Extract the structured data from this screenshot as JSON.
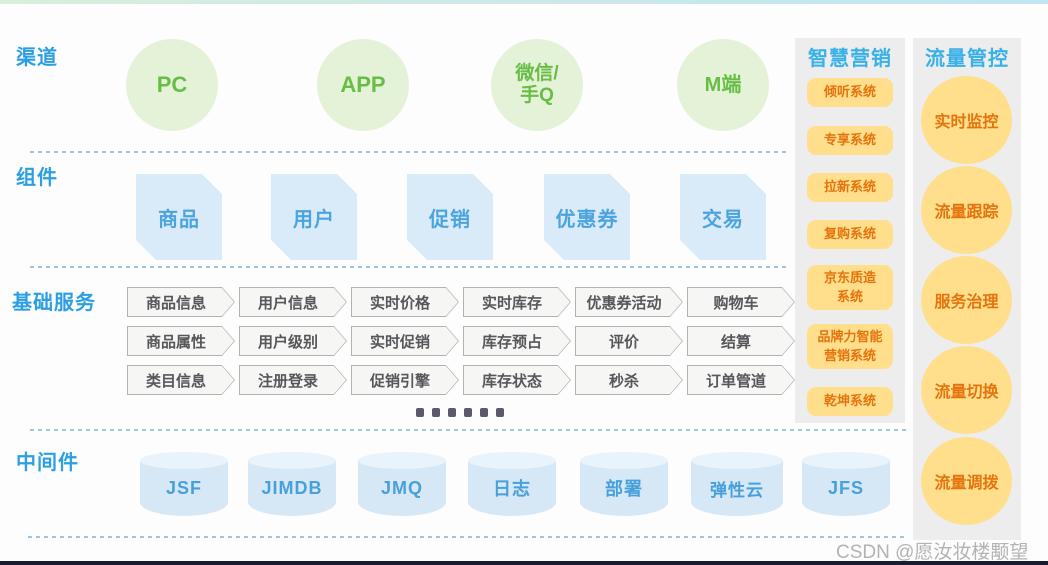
{
  "channels": {
    "label": "渠道",
    "items": [
      "PC",
      "APP",
      "微信/\n手Q",
      "M端"
    ]
  },
  "components": {
    "label": "组件",
    "items": [
      "商品",
      "用户",
      "促销",
      "优惠券",
      "交易"
    ]
  },
  "services": {
    "label": "基础服务",
    "rows": [
      [
        "商品信息",
        "用户信息",
        "实时价格",
        "实时库存",
        "优惠券活动",
        "购物车"
      ],
      [
        "商品属性",
        "用户级别",
        "实时促销",
        "库存预占",
        "评价",
        "结算"
      ],
      [
        "类目信息",
        "注册登录",
        "促销引擎",
        "库存状态",
        "秒杀",
        "订单管道"
      ]
    ]
  },
  "middleware": {
    "label": "中间件",
    "items": [
      "JSF",
      "JIMDB",
      "JMQ",
      "日志",
      "部署",
      "弹性云",
      "JFS"
    ]
  },
  "marketing": {
    "title": "智慧营销",
    "items": [
      "倾听系统",
      "专享系统",
      "拉新系统",
      "复购系统",
      "京东质造\n系统",
      "品牌力智能\n营销系统",
      "乾坤系统"
    ]
  },
  "traffic": {
    "title": "流量管控",
    "items": [
      "实时监控",
      "流量跟踪",
      "服务治理",
      "流量切换",
      "流量调拨"
    ]
  },
  "watermark": "CSDN @愿汝妆楼颙望",
  "colors": {
    "accent_blue": "#2b9fe3",
    "column_header_blue": "#38b0e8",
    "node_green": "#68bd45",
    "node_green_bg": "#e4f2d8",
    "component_blue": "#4ba4dd",
    "component_bg": "#d9eaf8",
    "arrow_bg": "#f6f6f4",
    "arrow_border": "#b3b3af",
    "arrow_text": "#56575b",
    "cylinder_bg": "#d6e8f6",
    "cylinder_text": "#47a0da",
    "yellow_bg": "#ffdf8c",
    "orange_text": "#e4740e",
    "strip_bg": "#ededed",
    "dashed_line": "#9ec7dd",
    "bottom_bar": "#191b33"
  }
}
